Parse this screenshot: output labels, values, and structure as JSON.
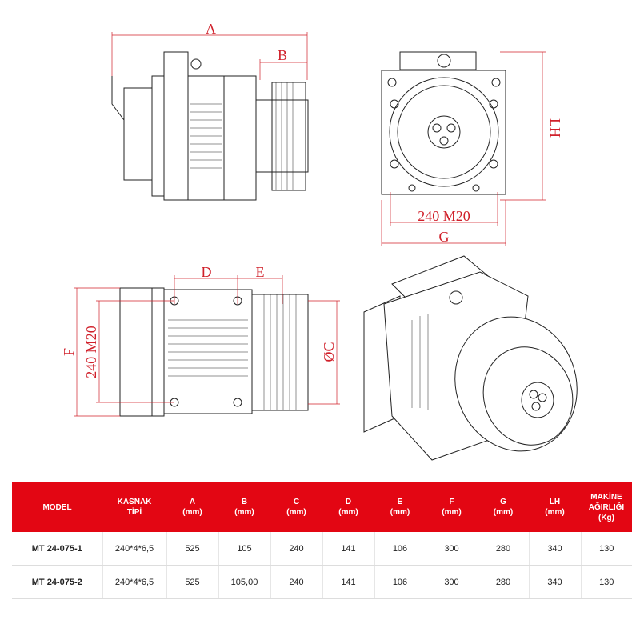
{
  "drawing": {
    "side_view": {
      "dim_a": "A",
      "dim_b": "B"
    },
    "front_view": {
      "dim_lh": "LH",
      "dim_bolt": "240 M20",
      "dim_g": "G"
    },
    "top_view": {
      "dim_d": "D",
      "dim_e": "E",
      "dim_f": "F",
      "dim_bolt": "240 M20",
      "dim_c": "ØC"
    }
  },
  "colors": {
    "accent": "#e30613",
    "dimension": "#d0202a"
  },
  "table": {
    "headers": [
      [
        "MODEL"
      ],
      [
        "KASNAK",
        "TİPİ"
      ],
      [
        "A",
        "(mm)"
      ],
      [
        "B",
        "(mm)"
      ],
      [
        "C",
        "(mm)"
      ],
      [
        "D",
        "(mm)"
      ],
      [
        "E",
        "(mm)"
      ],
      [
        "F",
        "(mm)"
      ],
      [
        "G",
        "(mm)"
      ],
      [
        "LH",
        "(mm)"
      ],
      [
        "MAKİNE",
        "AĞIRLIĞI",
        "(Kg)"
      ]
    ],
    "rows": [
      [
        "MT 24-075-1",
        "240*4*6,5",
        "525",
        "105",
        "240",
        "141",
        "106",
        "300",
        "280",
        "340",
        "130"
      ],
      [
        "MT 24-075-2",
        "240*4*6,5",
        "525",
        "105,00",
        "240",
        "141",
        "106",
        "300",
        "280",
        "340",
        "130"
      ]
    ]
  }
}
